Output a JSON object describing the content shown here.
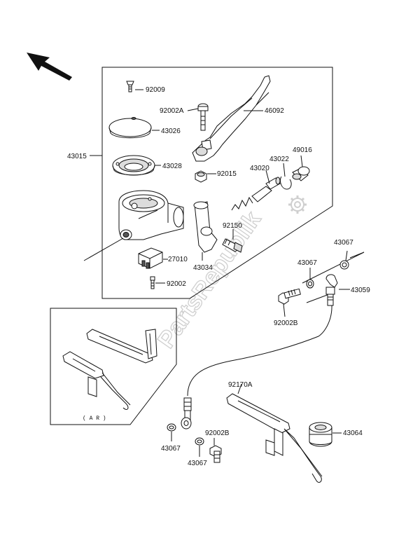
{
  "watermark": "PartsRepublik",
  "sub_assembly_label": "( A R )",
  "labels": {
    "p92009": "92009",
    "p92002A": "92002A",
    "p46092": "46092",
    "p43026": "43026",
    "p43015": "43015",
    "p43028": "43028",
    "p92015": "92015",
    "p43022": "43022",
    "p49016": "49016",
    "p43020": "43020",
    "p92150": "92150",
    "p27010": "27010",
    "p43034": "43034",
    "p92002": "92002",
    "p43067_a": "43067",
    "p43067_b": "43067",
    "p43059": "43059",
    "p92002B_a": "92002B",
    "p92170A": "92170A",
    "p43064": "43064",
    "p43067_c": "43067",
    "p92002B_b": "92002B",
    "p43067_d": "43067"
  }
}
